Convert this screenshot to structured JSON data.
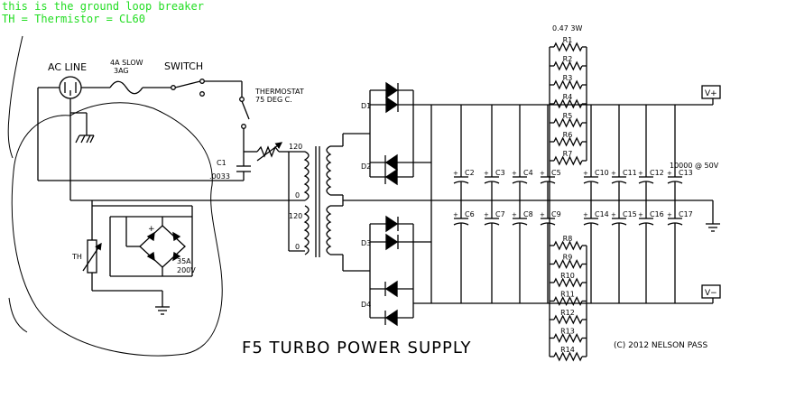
{
  "annotations": {
    "line1": "this is the ground loop breaker",
    "line2": "TH = Thermistor = CL60"
  },
  "labels": {
    "ac_line": "AC LINE",
    "fuse_rating": "4A SLOW",
    "fuse_type": "3AG",
    "switch": "SWITCH",
    "thermostat": "THERMOSTAT",
    "thermostat_temp": "75 DEG C.",
    "c1": "C1",
    "c1_value": ".0033",
    "th": "TH",
    "bridge_current": "35A",
    "bridge_voltage": "200V",
    "bridge_plus": "+",
    "tap_120_top": "120",
    "tap_0_top": "0",
    "tap_120_bottom": "120",
    "tap_0_bottom": "0",
    "d1": "D1",
    "d2": "D2",
    "d3": "D3",
    "d4": "D4",
    "r1_value": "0.47 3W",
    "cap_value": "10000 @ 50V",
    "v_plus": "V+",
    "v_minus": "V−",
    "title": "F5 TURBO POWER SUPPLY",
    "copyright": "(C) 2012 NELSON PASS"
  },
  "resistors_top": [
    "R1",
    "R2",
    "R3",
    "R4",
    "R5",
    "R6",
    "R7"
  ],
  "resistors_bottom": [
    "R8",
    "R9",
    "R10",
    "R11",
    "R12",
    "R13",
    "R14"
  ],
  "caps_top": [
    "C2",
    "C3",
    "C4",
    "C5",
    "C10",
    "C11",
    "C12",
    "C13"
  ],
  "caps_bottom": [
    "C6",
    "C7",
    "C8",
    "C9",
    "C14",
    "C15",
    "C16",
    "C17"
  ],
  "colors": {
    "annotation": "#22dd22",
    "ink": "#000000"
  }
}
